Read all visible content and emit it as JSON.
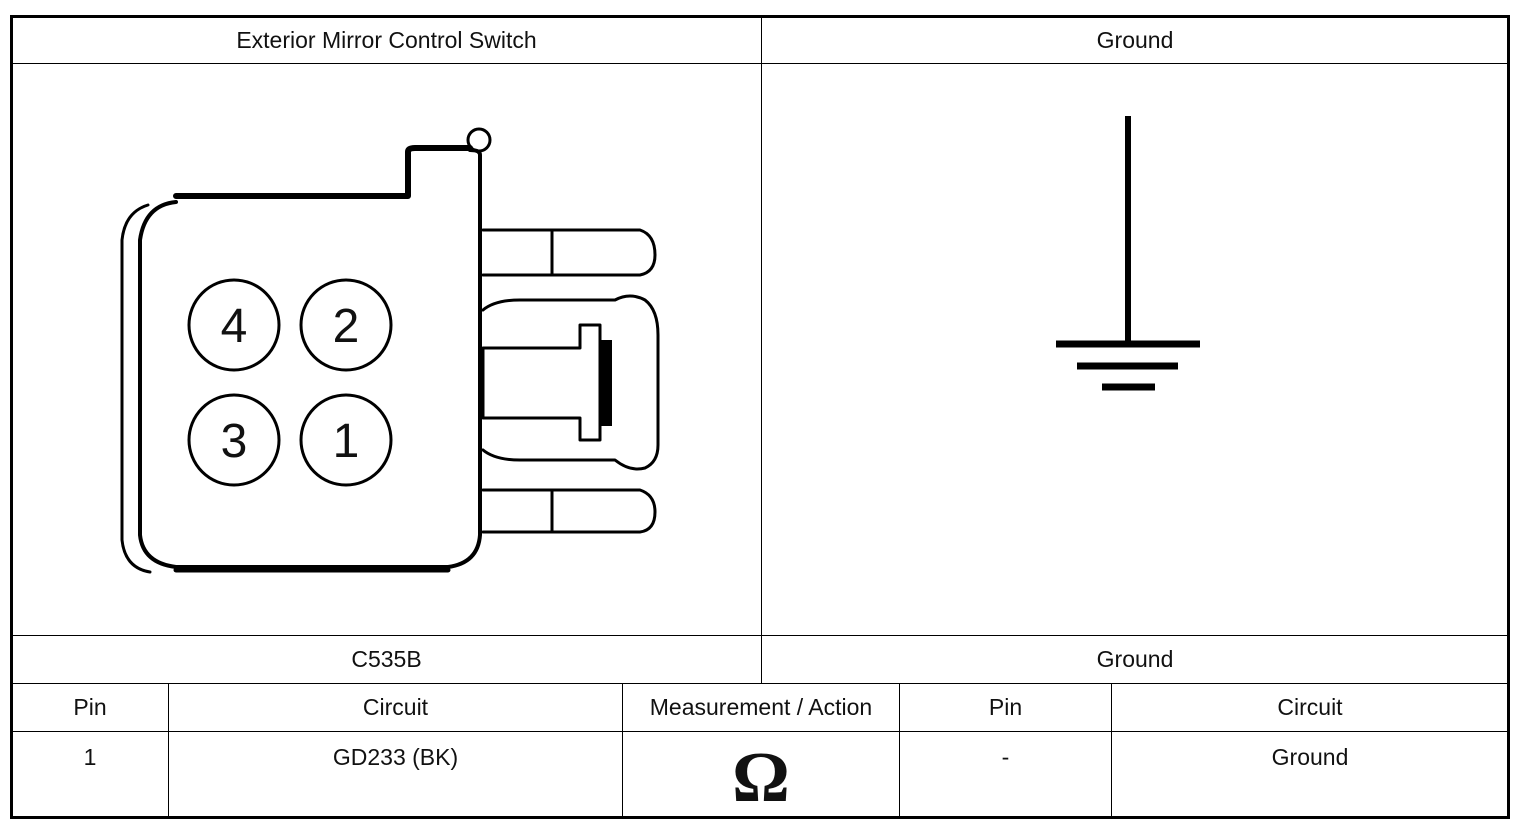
{
  "header": {
    "left_title": "Exterior Mirror Control Switch",
    "right_title": "Ground"
  },
  "connector": {
    "pins": [
      "4",
      "2",
      "3",
      "1"
    ],
    "label": "C535B"
  },
  "ground_label": "Ground",
  "table": {
    "columns": [
      "Pin",
      "Circuit",
      "Measurement / Action",
      "Pin",
      "Circuit"
    ],
    "row": {
      "pin": "1",
      "circuit": "GD233 (BK)",
      "action_symbol": "Ω",
      "pin2": "-",
      "circuit2": "Ground"
    }
  }
}
